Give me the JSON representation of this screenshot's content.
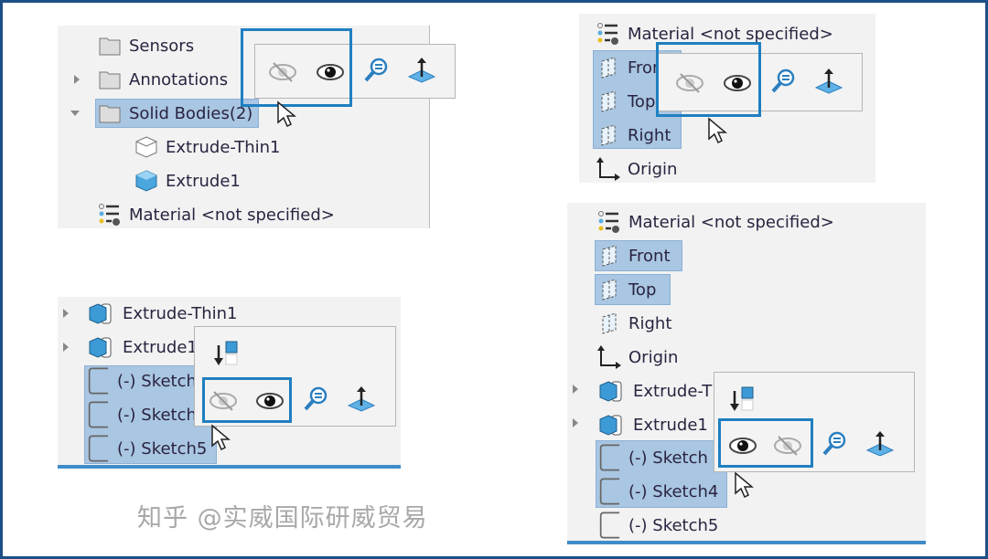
{
  "panel_top_left": {
    "items": [
      {
        "label": "Sensors",
        "icon": "sensors-folder-icon"
      },
      {
        "label": "Annotations",
        "icon": "annotations-folder-icon"
      },
      {
        "label": "Solid Bodies(2)",
        "icon": "solid-bodies-folder-icon"
      },
      {
        "label": "Extrude-Thin1",
        "icon": "hidden-body-icon"
      },
      {
        "label": "Extrude1",
        "icon": "solid-body-icon"
      },
      {
        "label": "Material <not specified>",
        "icon": "material-icon"
      }
    ]
  },
  "panel_top_right": {
    "items": [
      {
        "label": "Material <not specified>"
      },
      {
        "label": "Front"
      },
      {
        "label": "Top"
      },
      {
        "label": "Right"
      },
      {
        "label": "Origin"
      }
    ]
  },
  "panel_bottom_left": {
    "items": [
      {
        "label": "Extrude-Thin1"
      },
      {
        "label": "Extrude1"
      },
      {
        "label": "(-) Sketch"
      },
      {
        "label": "(-) Sketch"
      },
      {
        "label": "(-) Sketch5"
      }
    ]
  },
  "panel_bottom_right": {
    "items": [
      {
        "label": "Material <not specified>"
      },
      {
        "label": "Front"
      },
      {
        "label": "Top"
      },
      {
        "label": "Right"
      },
      {
        "label": "Origin"
      },
      {
        "label": "Extrude-T"
      },
      {
        "label": "Extrude1"
      },
      {
        "label": "(-) Sketch"
      },
      {
        "label": "(-) Sketch4"
      },
      {
        "label": "(-) Sketch5"
      }
    ]
  },
  "popup_toolbar": {
    "buttons": [
      "hide-icon",
      "show-icon",
      "zoom-to-selection-icon",
      "normal-to-icon"
    ]
  },
  "colors": {
    "highlight": "#a9c6e2",
    "accent": "#1f7fc1",
    "frame": "#1d4f86"
  },
  "watermark": "知乎 @实威国际研威贸易"
}
